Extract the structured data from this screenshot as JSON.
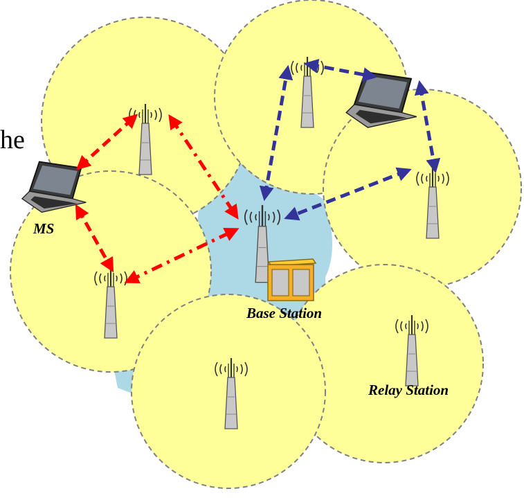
{
  "edge_text": "he",
  "labels": {
    "ms": "MS",
    "base_station": "Base Station",
    "relay_station": "Relay Station"
  },
  "colors": {
    "cell_fill": "#ffff99",
    "cell_stroke": "#808080",
    "core_fill": "#add8e6",
    "red_link": "#ff0000",
    "blue_link": "#333399"
  },
  "icons": {
    "tower": "radio-tower-icon",
    "laptop": "laptop-icon",
    "base_station_cabinet": "base-station-cabinet-icon"
  }
}
